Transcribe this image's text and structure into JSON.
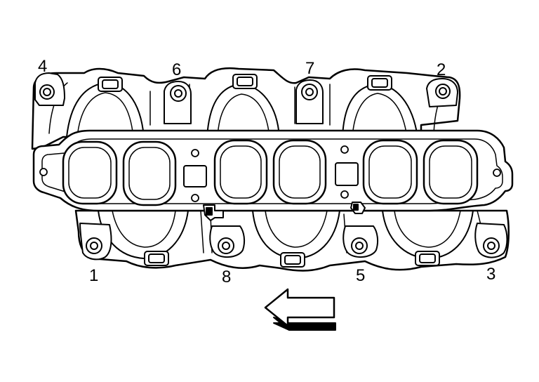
{
  "diagram": {
    "callouts": [
      {
        "label": "4"
      },
      {
        "label": "6"
      },
      {
        "label": "7"
      },
      {
        "label": "2"
      },
      {
        "label": "1"
      },
      {
        "label": "8"
      },
      {
        "label": "5"
      },
      {
        "label": "3"
      }
    ],
    "arrow_direction": "left"
  }
}
